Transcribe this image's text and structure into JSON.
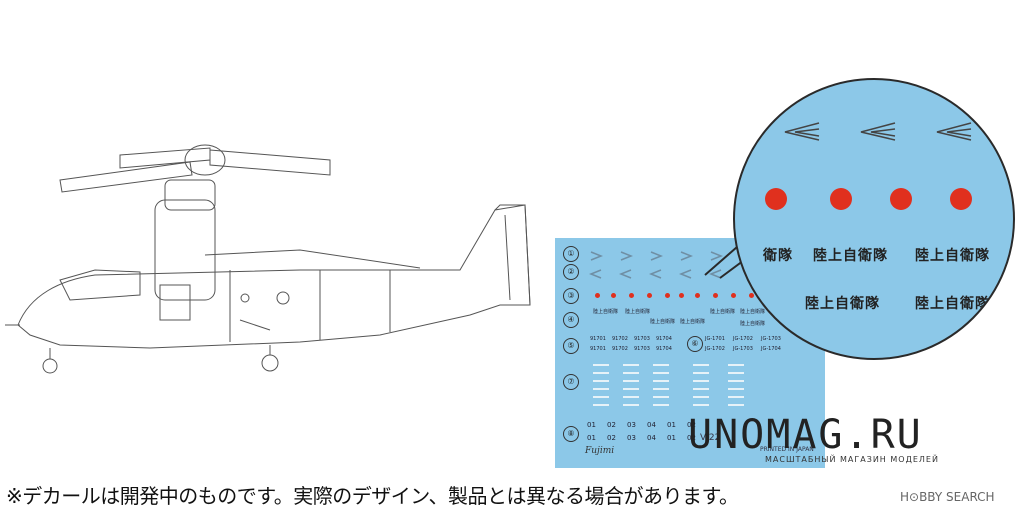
{
  "caption": "※デカールは開発中のものです。実際のデザイン、製品とは異なる場合があります。",
  "watermark": {
    "main": "UNOMAG.RU",
    "sub": "МАСШТАБНЫЙ МАГАЗИН МОДЕЛЕЙ"
  },
  "hobby_search": "H⊙BBY SEARCH",
  "decal_sheet": {
    "background": "#8cc8e8",
    "row_numbers": [
      "①",
      "②",
      "③",
      "④",
      "⑤",
      "⑥",
      "⑦",
      "⑧"
    ],
    "jgsdf_small": [
      "陸上自衛隊",
      "陸上自衛隊",
      "陸上自衛隊",
      "陸上自衛隊",
      "陸上自衛隊",
      "陸上自衛隊",
      "陸上自衛隊"
    ],
    "serials_a": [
      "91701",
      "91702",
      "91703",
      "91704"
    ],
    "serials_b": [
      "JG-1701",
      "JG-1702",
      "JG-1703",
      "JG-1704"
    ],
    "digits_a": [
      "01",
      "02",
      "03",
      "04",
      "01",
      "02"
    ],
    "digits_b": [
      "01",
      "02",
      "03",
      "04",
      "01",
      "02"
    ],
    "code": "V-22",
    "printed": "PRINTED IN JAPAN",
    "brand": "Fujimi"
  },
  "zoom": {
    "jgsdf": "陸上自衛隊",
    "jgsdf_partial_left": "衛隊",
    "jgsdf_partial_right": "陸上自衛隊",
    "jgsdf_bottom_left": "陸上自衛隊",
    "jgsdf_bottom_right": "陸上自衛隊",
    "dot_color": "#e0301e"
  }
}
